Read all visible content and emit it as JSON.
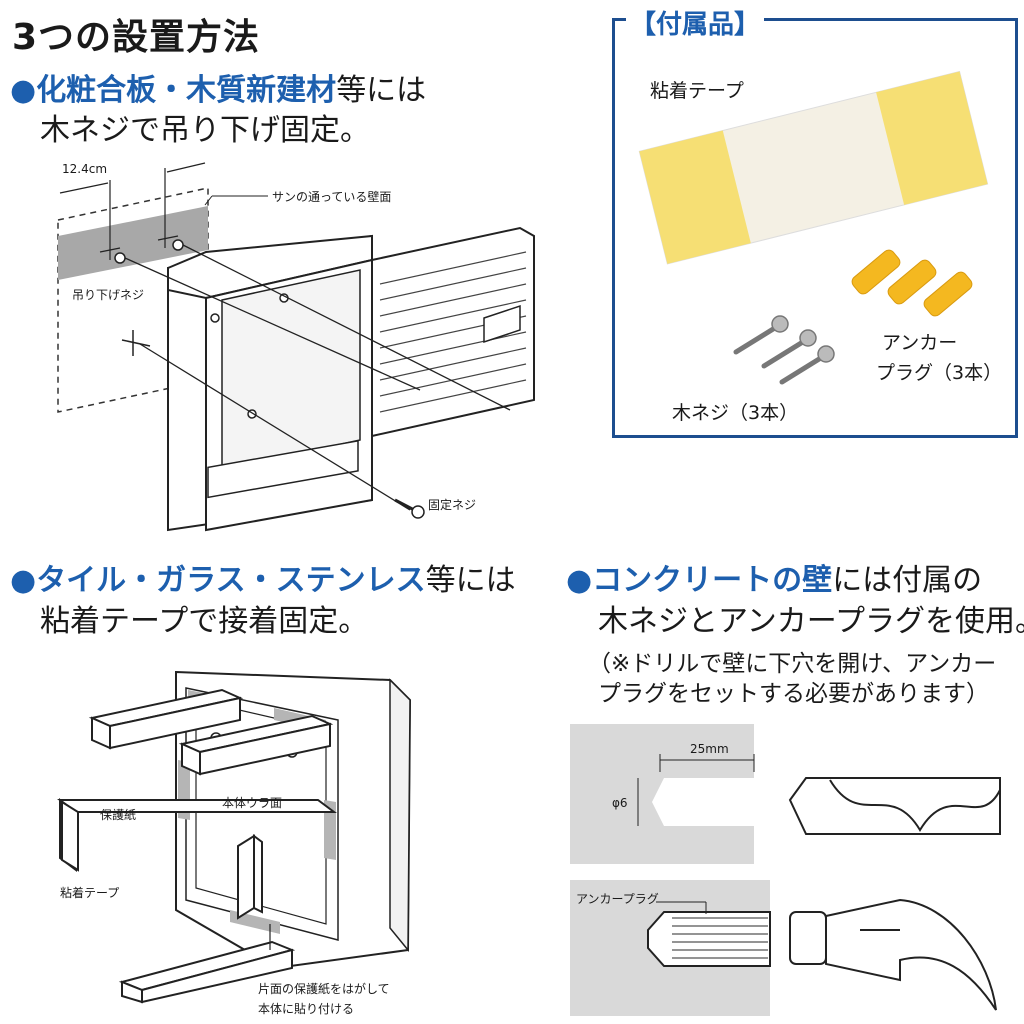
{
  "title": "3つの設置方法",
  "method1": {
    "bullet": "●",
    "highlight": "化粧合板・木質新建材",
    "rest_line1": "等には",
    "line2": "木ネジで吊り下げ固定。",
    "labels": {
      "dimension": "12.4cm",
      "wall": "サンの通っている壁面",
      "hanging_screw": "吊り下げネジ",
      "fixing_screw": "固定ネジ"
    }
  },
  "accessories": {
    "title": "【付属品】",
    "tape": "粘着テープ",
    "anchor_line1": "アンカー",
    "anchor_line2": "プラグ（3本）",
    "screws": "木ネジ（3本）",
    "colors": {
      "tape": "#f7e07a",
      "anchor": "#f4b820",
      "frame": "#1d4e8f"
    }
  },
  "method2": {
    "bullet": "●",
    "highlight": "タイル・ガラス・ステンレス",
    "rest_line1": "等には",
    "line2": "粘着テープで接着固定。",
    "labels": {
      "back": "本体ウラ面",
      "paper": "保護紙",
      "tape": "粘着テープ",
      "instruction_line1": "片面の保護紙をはがして",
      "instruction_line2": "本体に貼り付ける"
    }
  },
  "method3": {
    "bullet": "●",
    "highlight": "コンクリートの壁",
    "rest_line1": "には付属の",
    "line2": "木ネジとアンカープラグを使用。",
    "note_line1": "（※ドリルで壁に下穴を開け、アンカー",
    "note_line2": "プラグをセットする必要があります）",
    "labels": {
      "depth": "25mm",
      "diameter": "φ6",
      "anchor": "アンカープラグ"
    }
  },
  "colors": {
    "accent": "#1d5fae"
  }
}
